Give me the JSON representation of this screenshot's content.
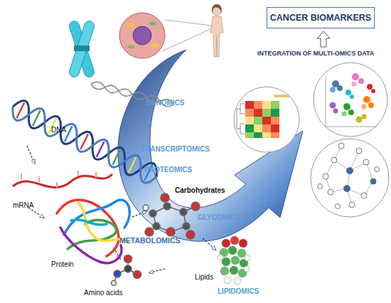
{
  "diagram": {
    "nodes": [
      {
        "text": [
          "CANCER BIOMARKERS"
        ]
      }
    ],
    "labels": [
      "INTEGRATION OF MULTI-OMICS DATA",
      "GENOMICS",
      "DNA",
      "TRANSCRIPTOMICS",
      "mRNA",
      "PROTEOMICS",
      "Carbohydrates",
      "GLYCOMICS",
      "Protein",
      "METABOLOMICS",
      "Lipids",
      "LIPIDOMICS",
      "Amino acids"
    ]
  }
}
